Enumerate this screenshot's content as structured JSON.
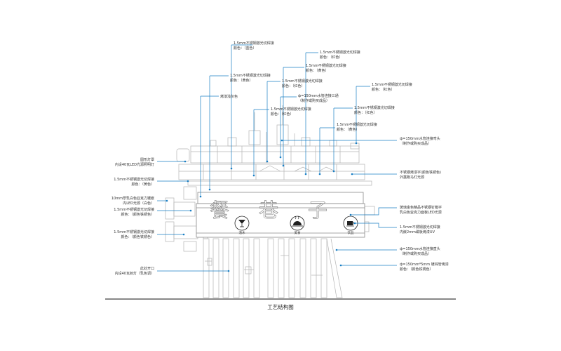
{
  "title": "工艺结构图",
  "labels": {
    "l1": [
      "1.5mm不锈钢激光切焊接",
      "颜色：（蓝色）"
    ],
    "l2": [
      "1.5mm不锈钢激光切焊接",
      "颜色：（红色）"
    ],
    "l3": [
      "1.5mm不锈钢激光切焊接",
      "颜色：（黄色）"
    ],
    "l4": [
      "1.5mm不锈钢激光切焊接",
      "颜色：（黄色）"
    ],
    "l5": [
      "1.5mm不锈钢激光切焊接",
      "颜色：（红色）"
    ],
    "l6": [
      "烤漆浅灰色"
    ],
    "l7": [
      "ф=150mm水管连接三通",
      "（制作或购买成品）"
    ],
    "l8": [
      "1.5mm不锈钢激光切焊接",
      "颜色：（红色）"
    ],
    "l9": [
      "1.5mm不锈钢激光切焊接",
      "颜色：（红色）"
    ],
    "l10": [
      "1.5mm不锈钢激光切焊接",
      "颜色：（黄色）"
    ],
    "r1": [
      "ф=150mm水管连接弯头",
      "（制作或购买成品）"
    ],
    "r2": [
      "不锈钢烤漆字(颜色铁锈色)",
      "外露跑马灯光源"
    ],
    "r3": [
      "玻璃金色精品不锈钢钉箱字",
      "乳白色亚克力面板LED光源"
    ],
    "r4": [
      "1.5mm不锈钢激光切焊接",
      "内嵌2mm磁板烤漆UV"
    ],
    "r5": [
      "ф=150mm水管连接直头",
      "（制作或购买成品）"
    ],
    "r6": [
      "ф=150mm*5mm 镀锌管烤漆",
      "颜色：（颜色铁锈色）"
    ],
    "left1": [
      "圆形灯罩",
      "内设40瓦LED光源照明灯"
    ],
    "left2": [
      "1.5mm不锈钢激光切焊接",
      "颜色：（黄色）"
    ],
    "left3": [
      "10mm厚乳白色亚克力镶嵌",
      "内LED光源（白色）"
    ],
    "left4": [
      "1.5mm不锈钢激光切焊接",
      "颜色：（颜色铁锈色）"
    ],
    "left5": [
      "1.5mm不锈钢激光切焊接",
      "颜色：（颜色铁锈色）"
    ],
    "left6": [
      "此处开口",
      "内设40瓦射灯（乳色调）"
    ]
  },
  "sign": {
    "chars": [
      "餐",
      "巷",
      "子"
    ],
    "icons": [
      {
        "name": "cocktail-icon",
        "text": "酒水"
      },
      {
        "name": "food-cover-icon",
        "text": "美食"
      },
      {
        "name": "coffee-icon",
        "text": "饮品"
      }
    ]
  },
  "colors": {
    "leader": "#1a7fc4",
    "sketch": "#b4b4b4"
  }
}
